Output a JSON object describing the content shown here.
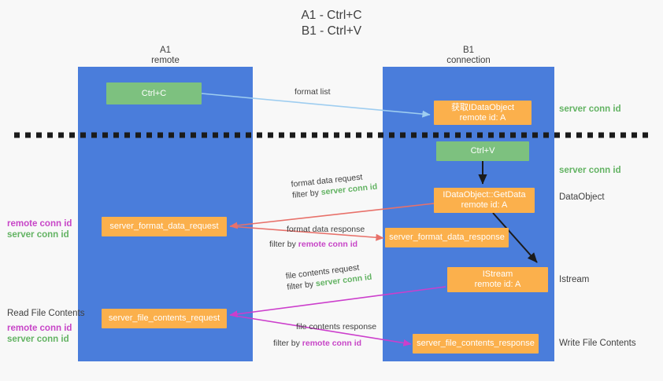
{
  "title": {
    "line1": "A1 - Ctrl+C",
    "line2": "B1 - Ctrl+V"
  },
  "columns": [
    {
      "name": "A1",
      "sub": "remote"
    },
    {
      "name": "B1",
      "sub": "connection"
    }
  ],
  "nodes": {
    "ctrl_c": {
      "label": "Ctrl+C"
    },
    "get_idataobject": {
      "line1": "获取IDataObject",
      "line2": "remote id: A"
    },
    "ctrl_v": {
      "label": "Ctrl+V"
    },
    "idataobject_getdata": {
      "line1": "IDataObject::GetData",
      "line2": "remote id: A"
    },
    "istream": {
      "line1": "IStream",
      "line2": "remote id: A"
    },
    "server_format_data_request": {
      "label": "server_format_data_request"
    },
    "server_format_data_response": {
      "label": "server_format_data_response"
    },
    "server_file_contents_request": {
      "label": "server_file_contents_request"
    },
    "server_file_contents_response": {
      "label": "server_file_contents_response"
    }
  },
  "edges": {
    "format_list": {
      "line1": "format list"
    },
    "format_data_request": {
      "line1": "format data request",
      "prefix": "filter by ",
      "emphasis": "server conn id"
    },
    "format_data_response": {
      "line1": "format data response",
      "prefix": "filter by ",
      "emphasis": "remote conn id"
    },
    "file_contents_request": {
      "line1": "file contents request",
      "prefix": "filter by ",
      "emphasis": "server conn id"
    },
    "file_contents_response": {
      "line1": "file contents response",
      "prefix": "filter by ",
      "emphasis": "remote conn id"
    }
  },
  "right_labels": {
    "server_conn_id_top": "server conn id",
    "server_conn_id_second": "server conn id",
    "dataobject": "DataObject",
    "istream": "Istream",
    "write_file_contents": "Write File Contents"
  },
  "left_labels": {
    "format_remote": "remote conn id",
    "format_server": "server conn id",
    "read_file_contents": "Read File Contents",
    "file_remote": "remote conn id",
    "file_server": "server conn id"
  },
  "colors": {
    "lane": "#4a7ddb",
    "green_box": "#7dc17f",
    "orange_box": "#fbb04c",
    "green_text": "#63b363",
    "magenta_text": "#c745c7",
    "light_blue_arrow": "#9ecdf0",
    "red_arrow": "#e8716a",
    "magenta_arrow": "#cc3fcc",
    "black_arrow": "#1b1b1b",
    "background": "#f8f8f8"
  }
}
